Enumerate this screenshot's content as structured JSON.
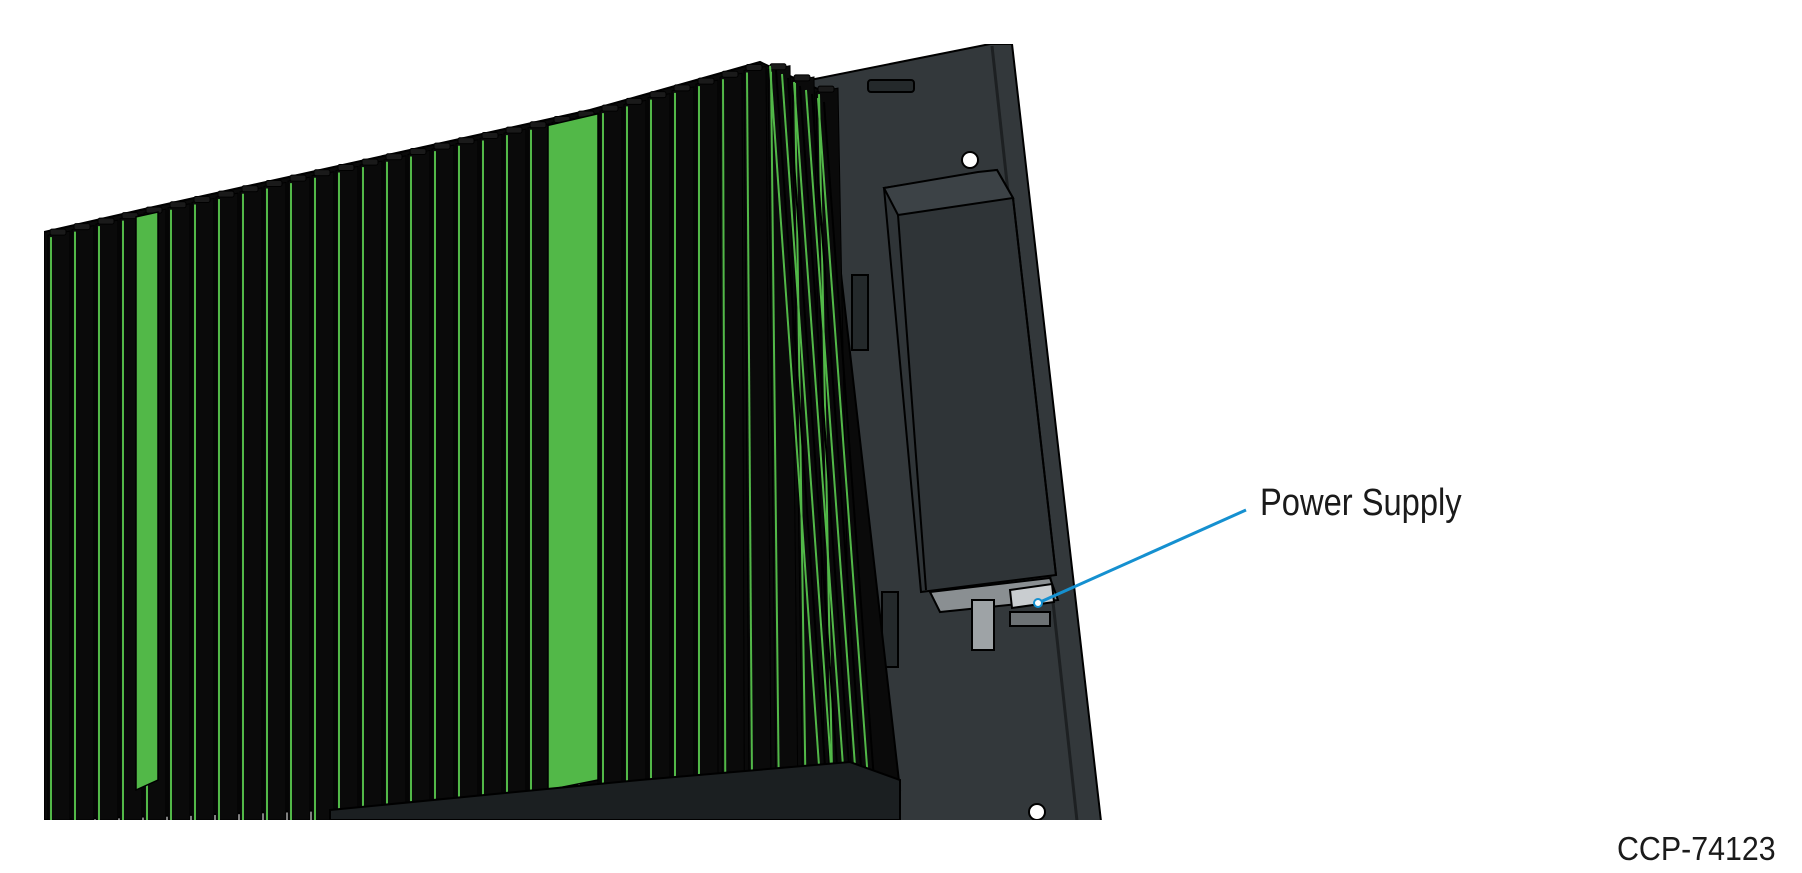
{
  "diagram": {
    "callout": {
      "label": "Power Supply"
    },
    "figure_id": "CCP-74123"
  },
  "colors": {
    "housing": "#33383b",
    "fin_dark": "#0a0a0a",
    "fin_green": "#52b848",
    "leader_line": "#1590d0",
    "outline": "#000000"
  },
  "icons": [
    "heatsink-fins",
    "mounting-hole",
    "power-supply-module",
    "power-connector"
  ]
}
